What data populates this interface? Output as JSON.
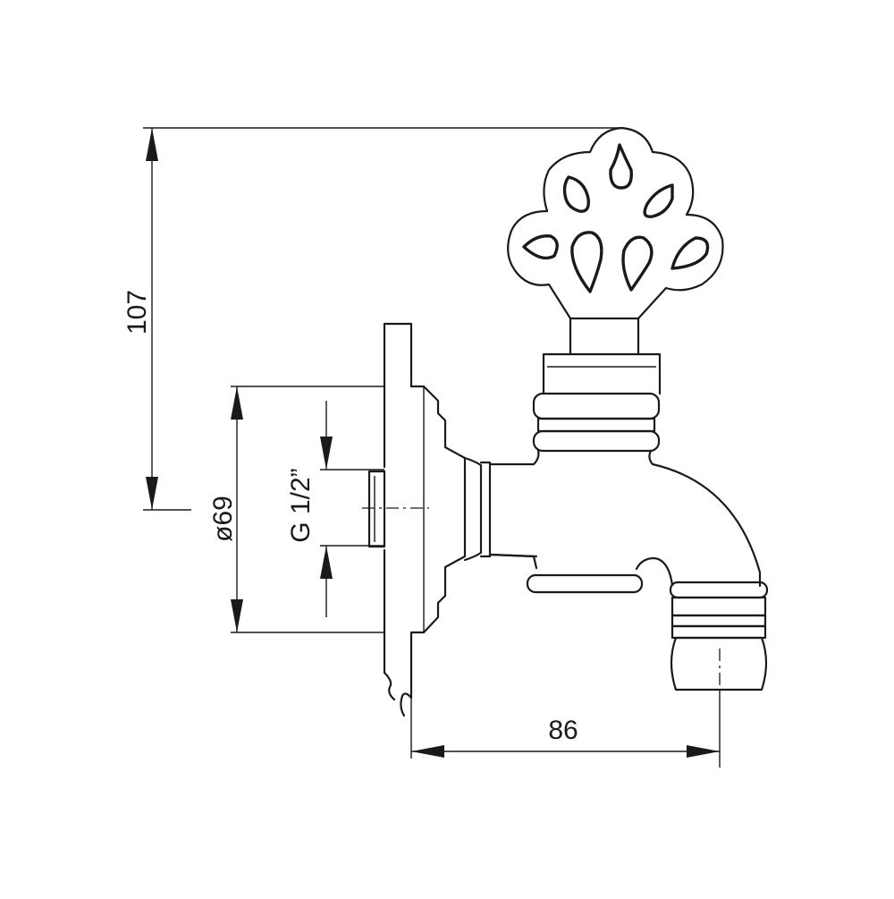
{
  "dimensions": {
    "height": "107",
    "flange_diameter": "ø69",
    "thread": "G 1/2”",
    "projection": "86"
  },
  "colors": {
    "line": "#1a1a1a",
    "background": "#ffffff"
  }
}
